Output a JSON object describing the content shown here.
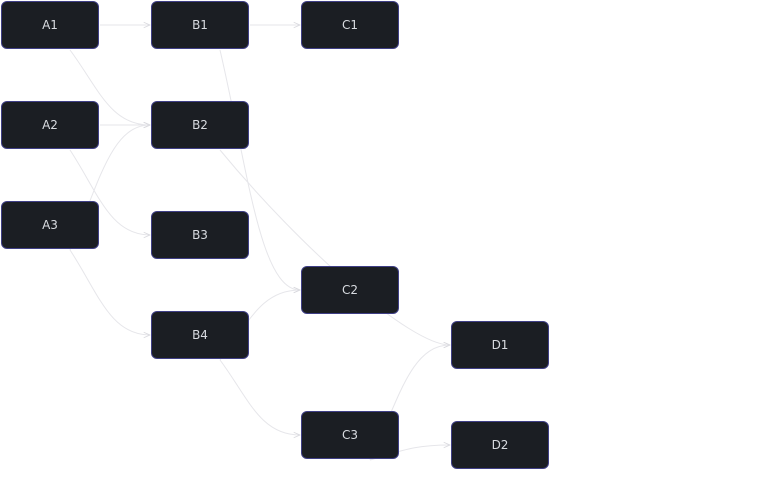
{
  "colors": {
    "node_fill": "#1b1e23",
    "node_border": "#3f3f86",
    "node_text": "#d8dbe0",
    "edge": "#e6e6ea",
    "background": "#ffffff"
  },
  "nodes": [
    {
      "id": "A1",
      "label": "A1"
    },
    {
      "id": "A2",
      "label": "A2"
    },
    {
      "id": "A3",
      "label": "A3"
    },
    {
      "id": "B1",
      "label": "B1"
    },
    {
      "id": "B2",
      "label": "B2"
    },
    {
      "id": "B3",
      "label": "B3"
    },
    {
      "id": "B4",
      "label": "B4"
    },
    {
      "id": "C1",
      "label": "C1"
    },
    {
      "id": "C2",
      "label": "C2"
    },
    {
      "id": "C3",
      "label": "C3"
    },
    {
      "id": "D1",
      "label": "D1"
    },
    {
      "id": "D2",
      "label": "D2"
    }
  ],
  "edges": [
    {
      "from": "A1",
      "to": "B1"
    },
    {
      "from": "A1",
      "to": "B2"
    },
    {
      "from": "A2",
      "to": "B2"
    },
    {
      "from": "A2",
      "to": "B3"
    },
    {
      "from": "A3",
      "to": "B2"
    },
    {
      "from": "A3",
      "to": "B4"
    },
    {
      "from": "B1",
      "to": "C1"
    },
    {
      "from": "B1",
      "to": "C2"
    },
    {
      "from": "B2",
      "to": "D1"
    },
    {
      "from": "B4",
      "to": "C2"
    },
    {
      "from": "B4",
      "to": "C3"
    },
    {
      "from": "C3",
      "to": "D1"
    },
    {
      "from": "C3",
      "to": "D2"
    }
  ]
}
